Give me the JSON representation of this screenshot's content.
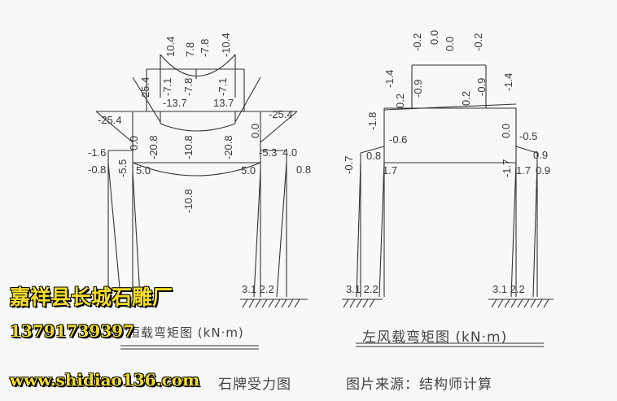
{
  "left_diagram": {
    "title": "恒载弯矩图",
    "unit": "(kN·m)",
    "labels": [
      "10.4",
      "7.8",
      "-7.8",
      "-10.4",
      "-7.1",
      "-7.8",
      "-7.1",
      "-13.7",
      "13.7",
      "-10.8",
      "-20.8",
      "0.0",
      "-10.8",
      "-25.4",
      "-1.6",
      "-0.8",
      "-5.5",
      "5.0",
      "5.0",
      "-5.3",
      "4.0",
      "0.8",
      "-20.8",
      "25.4",
      "0.0",
      "-25.4"
    ],
    "base_label": "3.1 2.2"
  },
  "right_diagram": {
    "title": "左风载弯矩图",
    "unit": "(kN·m)",
    "labels": [
      "-0.2",
      "0.0",
      "0.0",
      "-0.2",
      "-1.4",
      "-0.9",
      "-0.9",
      "-1.4",
      "0.2",
      "0.2",
      "-1.8",
      "-0.6",
      "-0.7",
      "0.8",
      "1.7",
      "-1.7",
      "1.7",
      "0.9",
      "0.0",
      "-0.5",
      "0.9"
    ],
    "base_labels": [
      "3.1 2.2",
      "3.1 2.2"
    ]
  },
  "caption": {
    "figure_name": "石牌受力图",
    "source": "图片来源：结构师计算"
  },
  "watermark": {
    "company": "嘉祥县长城石雕厂",
    "phone": "13791739397",
    "website": "www.shidiao136.com"
  }
}
